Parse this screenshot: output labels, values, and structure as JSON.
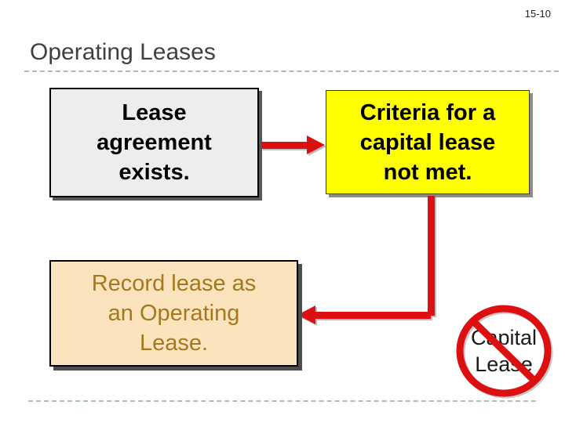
{
  "slide": {
    "page_number": "15-10",
    "title": "Operating Leases"
  },
  "boxes": {
    "lease_agreement": {
      "lines": [
        "Lease",
        "agreement",
        "exists."
      ]
    },
    "criteria_not_met": {
      "lines": [
        "Criteria for a",
        "capital lease",
        "not met."
      ]
    },
    "record_operating": {
      "lines": [
        "Record lease as",
        "an Operating",
        "Lease."
      ]
    }
  },
  "no_symbol": {
    "lines": [
      "Capital",
      "Lease"
    ]
  },
  "colors": {
    "arrow_red": "#dc1010",
    "gray_box_fill": "#ededed",
    "yellow_box_fill": "#ffff00",
    "tan_box_fill": "#fae3bd",
    "tan_box_text": "#a6781e",
    "title_text": "#404040",
    "divider_dash": "#acbcc3"
  }
}
